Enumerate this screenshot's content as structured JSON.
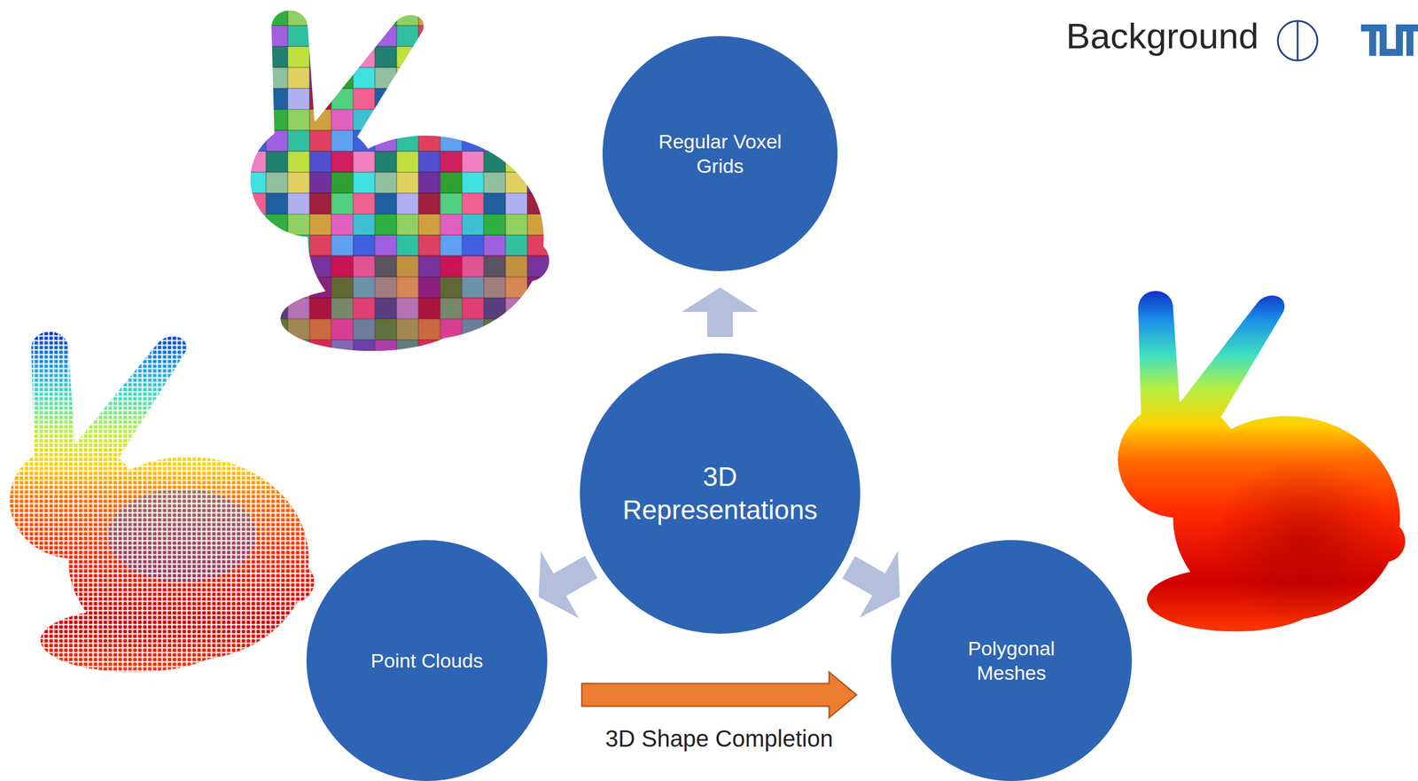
{
  "diagram": {
    "title": "Background",
    "nodes": [
      {
        "text": [
          "Regular Voxel Grids"
        ]
      },
      {
        "text": [
          "3D Representations"
        ]
      },
      {
        "text": [
          "Point Clouds"
        ]
      },
      {
        "text": [
          "Polygonal Meshes"
        ]
      }
    ],
    "edges": [
      {
        "from": 1,
        "to": 0,
        "arrow": "to"
      },
      {
        "from": 1,
        "to": 2,
        "arrow": "to"
      },
      {
        "from": 1,
        "to": 3,
        "arrow": "to"
      },
      {
        "from": 2,
        "to": 3,
        "label": "3D Shape Completion",
        "arrow": "to"
      }
    ]
  }
}
